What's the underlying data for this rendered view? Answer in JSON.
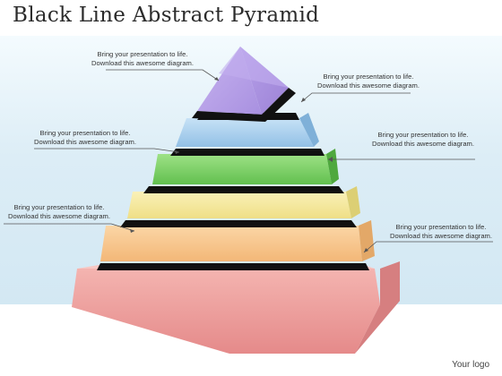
{
  "title": "Black Line Abstract Pyramid",
  "callouts": [
    {
      "line1": "Bring your presentation to life.",
      "line2": "Download this awesome diagram."
    },
    {
      "line1": "Bring your presentation to life.",
      "line2": "Download this awesome diagram."
    },
    {
      "line1": "Bring your presentation to life.",
      "line2": "Download this awesome diagram."
    },
    {
      "line1": "Bring your presentation to life.",
      "line2": "Download this awesome diagram."
    },
    {
      "line1": "Bring your presentation to life.",
      "line2": "Download this awesome diagram."
    },
    {
      "line1": "Bring your presentation to life.",
      "line2": "Download this awesome diagram."
    }
  ],
  "logo": "Your logo",
  "colors": {
    "apex": "#b49ce6",
    "tier_blue": "#a9cfee",
    "tier_green": "#7ed36a",
    "tier_yellow": "#f2e79a",
    "tier_orange": "#f6c486",
    "tier_red": "#ec9a98",
    "border": "#111111"
  }
}
